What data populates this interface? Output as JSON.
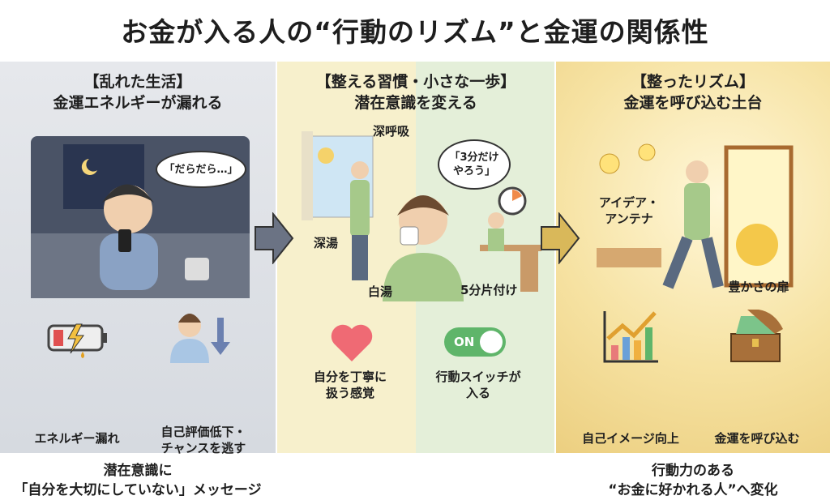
{
  "title": "お金が入る人の“行動のリズム”と金運の関係性",
  "panels": [
    {
      "heading1": "【乱れた生活】",
      "heading2": "金運エネルギーが漏れる",
      "bubble": "「だらだら…」",
      "icons": [
        {
          "label": "エネルギー漏れ"
        },
        {
          "label1": "自己評価低下・",
          "label2": "チャンスを逃す"
        }
      ],
      "footer1": "潜在意識に",
      "footer2": "「自分を大切にしていない」メッセージ"
    },
    {
      "heading1": "【整える習慣・小さな一歩】",
      "heading2": "潜在意識を変える",
      "bubble1": "「3分だけ",
      "bubble2": "やろう」",
      "labels": {
        "deep_breath": "深呼吸",
        "bath": "深湯",
        "hot_water": "白湯",
        "tidy": "5分片付け"
      },
      "icons": [
        {
          "label1": "自分を丁寧に",
          "label2": "扱う感覚"
        },
        {
          "label1": "行動スイッチが",
          "label2": "入る"
        }
      ],
      "toggle": "ON"
    },
    {
      "heading1": "【整ったリズム】",
      "heading2": "金運を呼び込む土台",
      "labels": {
        "idea1": "アイデア・",
        "idea2": "アンテナ",
        "door": "豊かさの扉"
      },
      "icons": [
        {
          "label": "自己イメージ向上"
        },
        {
          "label": "金運を呼び込む"
        }
      ],
      "footer1": "行動力のある",
      "footer2": "“お金に好かれる人”へ変化"
    }
  ],
  "colors": {
    "arrow1": "#6b7384",
    "arrow2": "#d9b85a"
  }
}
